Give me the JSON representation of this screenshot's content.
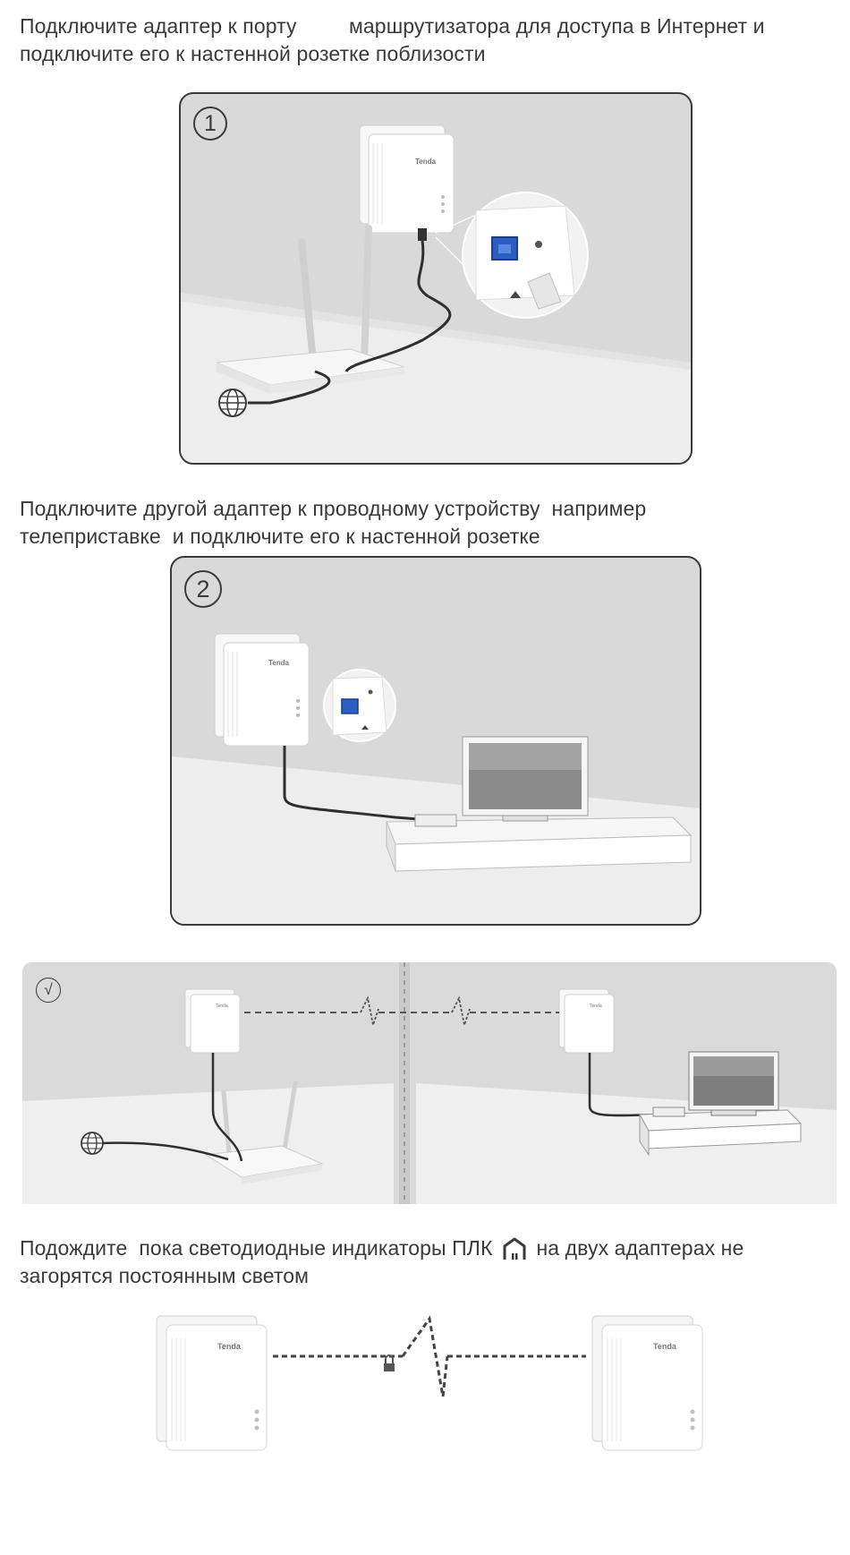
{
  "step1": {
    "line1": "Подключите адаптер к порту         маршрутизатора для доступа в Интернет и",
    "line2": "подключите его к настенной розетке поблизости",
    "number": "1"
  },
  "step2": {
    "line1": "Подключите другой адаптер к проводному устройству  например",
    "line2": "телеприставке  и подключите его к настенной розетке",
    "number": "2"
  },
  "step3": {
    "check": "√"
  },
  "step4": {
    "line1_before": "Подождите  пока светодиодные индикаторы ПЛК ",
    "line1_after": " на двух адаптерах не",
    "line2": "загорятся постоянным светом"
  },
  "brand": "Tenda",
  "colors": {
    "panel_wall": "#d8d8d8",
    "panel_floor": "#eeeeee",
    "panel_border": "#3a3a3a",
    "cable": "#2f2f2f",
    "port_blue": "#2b5fc4"
  },
  "icons": [
    "globe-icon",
    "home-led-icon",
    "lock-icon",
    "signal-zigzag-icon"
  ]
}
